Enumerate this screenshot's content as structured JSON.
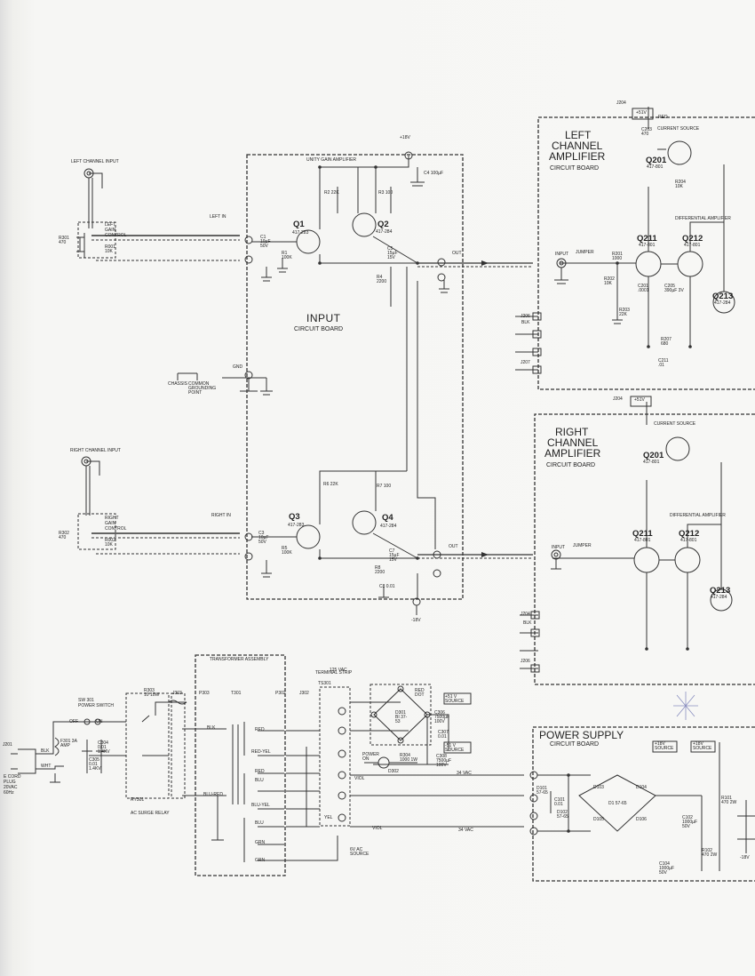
{
  "boards": {
    "input": {
      "title": "INPUT",
      "subtitle": "CIRCUIT BOARD"
    },
    "left_amp": {
      "line1": "LEFT",
      "line2": "CHANNEL",
      "line3": "AMPLIFIER",
      "subtitle": "CIRCUIT BOARD"
    },
    "right_amp": {
      "line1": "RIGHT",
      "line2": "CHANNEL",
      "line3": "AMPLIFIER",
      "subtitle": "CIRCUIT BOARD"
    },
    "power_supply": {
      "title": "POWER SUPPLY",
      "subtitle": "CIRCUIT BOARD"
    }
  },
  "inputs": {
    "left_channel": "LEFT CHANNEL INPUT",
    "right_channel": "RIGHT CHANNEL INPUT",
    "left_gain": [
      "LEFT",
      "GAIN",
      "CONTROL"
    ],
    "right_gain": [
      "RIGHT",
      "GAIN",
      "CONTROL"
    ],
    "left_in": "LEFT IN",
    "right_in": "RIGHT IN",
    "r301": "R301 470",
    "r302": "R302 470",
    "r001": "R001 10K",
    "r002": "R002 10K"
  },
  "input_board": {
    "unity_gain": "UNITY GAIN AMPLIFIER",
    "q1": "Q1",
    "q1_part": "417-283",
    "q2": "Q2",
    "q2_part": "417-284",
    "q3": "Q3",
    "q3_part": "417-283",
    "q4": "Q4",
    "q4_part": "417-284",
    "plus18": "+18V",
    "minus18": "-18V",
    "out": "OUT",
    "gnd": "GND",
    "chassis": "CHASSIS",
    "common_ground": "COMMON GROUNDING POINT",
    "c4": "C4 100µF",
    "c8": "C8 0.01",
    "r1": "R1 100K",
    "r2": "R2 22K",
    "r3": "R3 100",
    "r4": "R4 2200",
    "r5": "R5 100K",
    "r6": "R6 22K",
    "r7": "R7 100",
    "r8": "R8 2200",
    "c1": "C1 10µF 50V",
    "c3": "C3 10µF 50V",
    "c5": "C5 15µF 15V",
    "c7": "C7 15µF 15V"
  },
  "left_amp": {
    "j204": "J204",
    "plus51": "+51V",
    "red": "RED",
    "current_source": "CURRENT SOURCE",
    "differential": "DIFFERENTIAL AMPLIFIER",
    "q201": "Q201",
    "q201_part": "417-801",
    "q211": "Q211",
    "q211_part": "417-801",
    "q212": "Q212",
    "q212_part": "417-801",
    "q213": "Q213",
    "q213_part": "417-284",
    "input": "INPUT",
    "jumper": "JUMPER",
    "r201": "R201 1000",
    "r202": "R202 10K",
    "r203": "R203 22K",
    "r204": "R204 10K",
    "c201": "C201 .0001",
    "c203": "C203 470",
    "c205": "C205 390µF 3V",
    "r207": "R207 680",
    "blk": "BLK",
    "j206": "J206",
    "j207": "J207",
    "c211": "C211 .01"
  },
  "right_amp": {
    "j204": "J204",
    "plus51": "+51V",
    "current_source": "CURRENT SOURCE",
    "differential": "DIFFERENTIAL AMPLIFIER",
    "q201": "Q201",
    "q201_part": "417-801",
    "q211": "Q211",
    "q211_part": "417-801",
    "q212": "Q212",
    "q212_part": "417-801",
    "q213": "Q213",
    "q213_part": "417-284",
    "input": "INPUT",
    "jumper": "JUMPER",
    "blk": "BLK",
    "j204b": "J204",
    "j206": "J206"
  },
  "power": {
    "cord": [
      "E CORD",
      "PLUG",
      "20VAC",
      "60Hz"
    ],
    "j201": "J201",
    "blk": "BLK",
    "wht": "WHT",
    "sw301": "SW 301",
    "power_switch": "POWER SWITCH",
    "off": "OFF",
    "on": "ON",
    "f301": "F301 3A AMP",
    "c304": "C304 0.01 1.4KV",
    "c305": "C305 0.01 1.4KV",
    "r303": "R303 10 10W",
    "ry301": "RY301",
    "ac_surge": "AC SURGE RELAY",
    "j303": "J303",
    "p303": "P303",
    "t301": "T301",
    "p302": "P302",
    "j302": "J302",
    "transformer": "TRANSFORMER ASSEMBLY",
    "wires": [
      "BLK",
      "RED",
      "RED-YEL",
      "RED",
      "BLU",
      "BLU-YEL",
      "BLU",
      "GRN",
      "GRN",
      "BLU-RED"
    ],
    "terminal_strip": "TERMINAL STRIP",
    "ts301": "TS301",
    "vac125": "125 VAC",
    "d301": "D301 BI 37-53",
    "red_dot": "RED DOT",
    "plus51_source": "+51 V SOURCE",
    "minus51_source": "-51 V SOURCE",
    "c306": "C306 7500µF 100V",
    "c307": "C307 0.01",
    "c308": "C308 7500µF 100V",
    "power_on": "POWER ON",
    "r304": "R304 1000 1W",
    "d302": "D302",
    "vac34": "34 VAC",
    "viol": "VIOL",
    "yel": "YEL",
    "ac_source": "6V AC SOURCE",
    "plus18_source": "+18V SOURCE",
    "plus18b": "+18V SOURCE",
    "d101": "D101 57-65",
    "d102": "D102 57-65",
    "c101": "C101 0.01",
    "d103": "D103",
    "d104": "D104",
    "d105": "D105",
    "d106": "D106",
    "bridge": "D1 57-65",
    "c102": "C102 1000µF 50V",
    "c104": "C104 1000µF 50V",
    "r101": "R101 470 2W",
    "r102": "R102 470 2W",
    "minus18": "-18V"
  }
}
